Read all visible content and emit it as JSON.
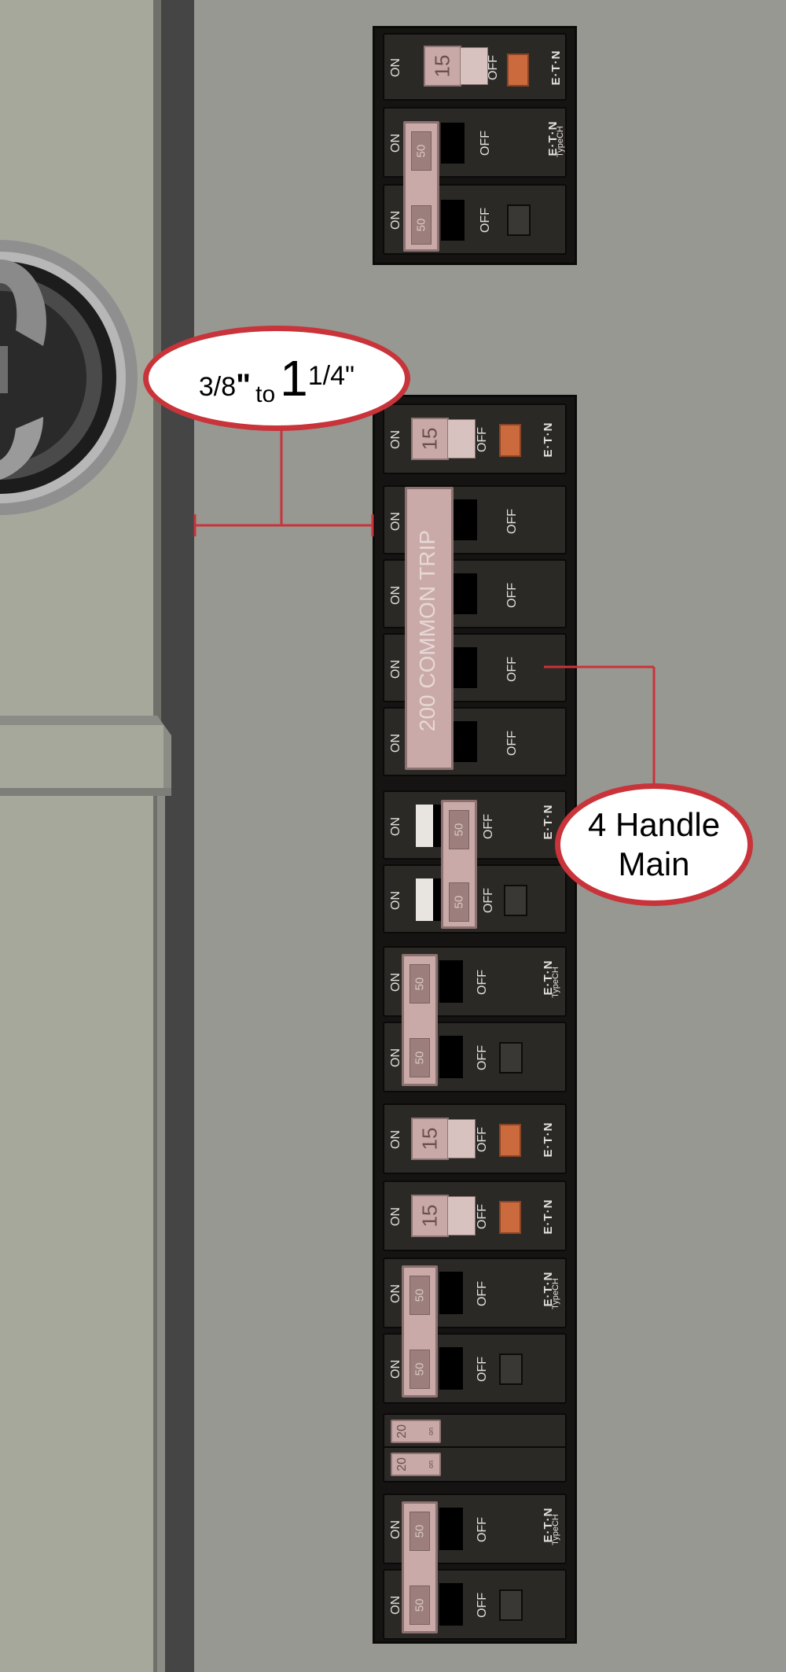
{
  "labels": {
    "on": "ON",
    "off": "OFF",
    "brand": "E·T·N",
    "type": "TypeCH",
    "amp15": "15",
    "amp50": "50",
    "amp20": "20",
    "tiny_on": "on",
    "common_trip": "200 COMMON TRIP"
  },
  "callouts": {
    "spacing_a": "3/8",
    "spacing_b": "\"",
    "spacing_to": "to",
    "spacing_c": "1",
    "spacing_d": "1/4\"",
    "main_line1": "4 Handle",
    "main_line2": "Main"
  },
  "colors": {
    "background": "#979892",
    "callout_red": "#c9333a",
    "handle_pink": "#c8a9a7",
    "indicator_orange": "#cb6a3d"
  }
}
